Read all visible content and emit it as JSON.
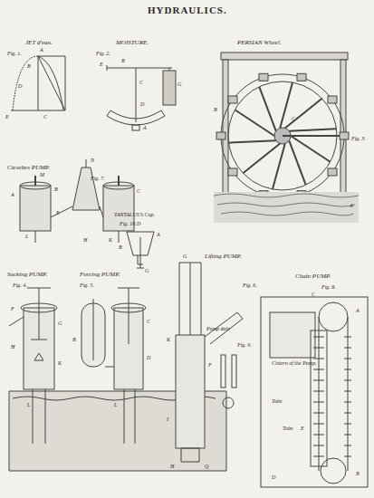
{
  "diagram": {
    "title": "HYDRAULICS.",
    "labels": [
      "JET d'eau.",
      "Fig. 1.",
      "MOISTURE.",
      "Fig. 2.",
      "PERSIAN Wheel.",
      "Fig. 3.",
      "Ctesebes PUMP.",
      "Fig. 7.",
      "TANTALUS'S Cup.",
      "Fig. 10.",
      "Lifting PUMP.",
      "Sucking PUMP.",
      "Forcing PUMP.",
      "Fig. 4.",
      "Fig. 5.",
      "Fig. 6.",
      "Chain PUMP.",
      "Fig. 8.",
      "Cistern of the Pump.",
      "Pump dale",
      "Fig. 9.",
      "Tube",
      "Tube",
      "A",
      "B",
      "D",
      "C",
      "E",
      "E",
      "B",
      "G",
      "C",
      "D",
      "A",
      "A",
      "B",
      "C",
      "M",
      "N",
      "A",
      "B",
      "C",
      "D",
      "L",
      "E",
      "H",
      "K",
      "A",
      "B",
      "G",
      "F",
      "G",
      "H",
      "K",
      "L",
      "B",
      "C",
      "D",
      "L",
      "G",
      "K",
      "F",
      "I",
      "H",
      "Q",
      "A",
      "B",
      "C",
      "D",
      "E"
    ]
  }
}
